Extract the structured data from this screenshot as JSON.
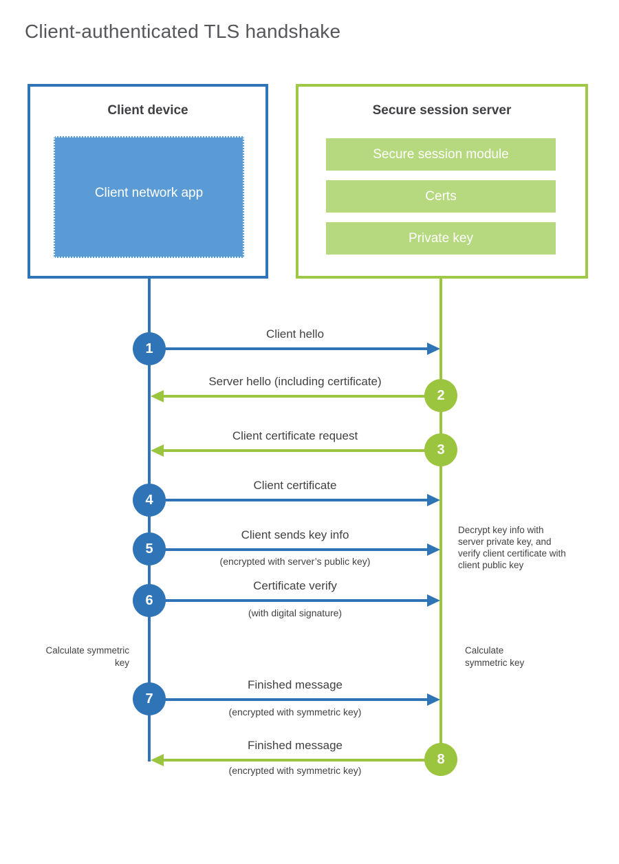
{
  "title": "Client-authenticated TLS handshake",
  "client_box": {
    "title": "Client device",
    "app_label": "Client network app"
  },
  "server_box": {
    "title": "Secure session server",
    "modules": [
      "Secure session module",
      "Certs",
      "Private key"
    ]
  },
  "steps": [
    {
      "num": "1",
      "label": "Client hello",
      "direction": "right",
      "color": "blue"
    },
    {
      "num": "2",
      "label": "Server hello (including certificate)",
      "direction": "left",
      "color": "green"
    },
    {
      "num": "3",
      "label": "Client certificate request",
      "direction": "left",
      "color": "green"
    },
    {
      "num": "4",
      "label": "Client certificate",
      "direction": "right",
      "color": "blue"
    },
    {
      "num": "5",
      "label": "Client sends key info",
      "sub": "(encrypted with server’s public key)",
      "direction": "right",
      "color": "blue"
    },
    {
      "num": "6",
      "label": "Certificate verify",
      "sub": "(with digital signature)",
      "direction": "right",
      "color": "blue"
    },
    {
      "num": "7",
      "label": "Finished message",
      "sub": "(encrypted with symmetric key)",
      "direction": "right",
      "color": "blue"
    },
    {
      "num": "8",
      "label": "Finished message",
      "sub": "(encrypted with symmetric key)",
      "direction": "left",
      "color": "green"
    }
  ],
  "notes": {
    "decrypt": "Decrypt key info with server private key, and verify client certificate with client public key",
    "calculate_left": "Calculate symmetric key",
    "calculate_right": "Calculate symmetric key"
  },
  "colors": {
    "blue": "#2e74b7",
    "blue_fill": "#5b9bd5",
    "green": "#9bc53e",
    "green_fill": "#b6d87e",
    "text_dark": "#414042",
    "title_gray": "#55565a"
  }
}
